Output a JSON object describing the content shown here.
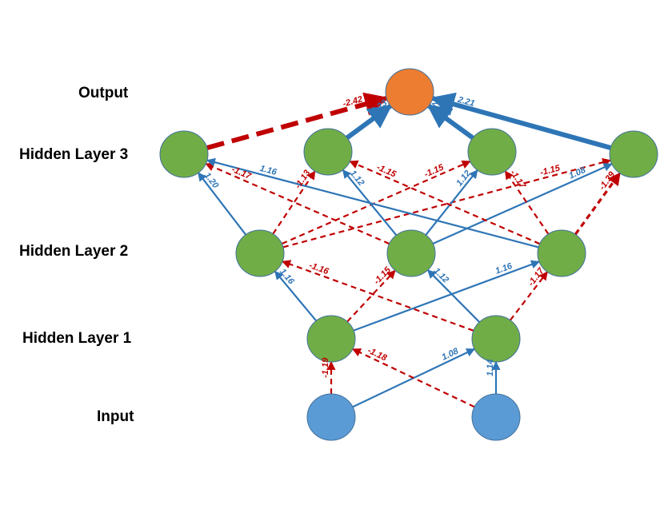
{
  "layer_labels": {
    "output": "Output",
    "hidden3": "Hidden Layer 3",
    "hidden2": "Hidden Layer 2",
    "hidden1": "Hidden Layer 1",
    "input": "Input"
  },
  "colors": {
    "input_node": "#5b9bd5",
    "hidden_node": "#70ad47",
    "output_node": "#ed7d31",
    "positive_edge": "#2e75b6",
    "negative_edge": "#c00000"
  },
  "nodes": {
    "input": [
      "i1",
      "i2"
    ],
    "hidden1": [
      "h1a",
      "h1b"
    ],
    "hidden2": [
      "h2a",
      "h2b",
      "h2c"
    ],
    "hidden3": [
      "h3a",
      "h3b",
      "h3c",
      "h3d"
    ],
    "output": [
      "o"
    ]
  },
  "edges": [
    {
      "from": "i1",
      "to": "h1a",
      "weight": "-1.19"
    },
    {
      "from": "i1",
      "to": "h1b",
      "weight": "1.08"
    },
    {
      "from": "i2",
      "to": "h1a",
      "weight": "-1.18"
    },
    {
      "from": "i2",
      "to": "h1b",
      "weight": "1.14"
    },
    {
      "from": "h1a",
      "to": "h2a",
      "weight": "1.16"
    },
    {
      "from": "h1a",
      "to": "h2b",
      "weight": "-1.15"
    },
    {
      "from": "h1a",
      "to": "h2c",
      "weight": "1.16"
    },
    {
      "from": "h1b",
      "to": "h2a",
      "weight": "-1.16"
    },
    {
      "from": "h1b",
      "to": "h2b",
      "weight": "1.12"
    },
    {
      "from": "h1b",
      "to": "h2c",
      "weight": "-1.17"
    },
    {
      "from": "h2a",
      "to": "h3a",
      "weight": "1.20"
    },
    {
      "from": "h2a",
      "to": "h3b",
      "weight": "-1.13"
    },
    {
      "from": "h2a",
      "to": "h3c",
      "weight": "-1.15"
    },
    {
      "from": "h2a",
      "to": "h3d",
      "weight": "-1.15"
    },
    {
      "from": "h2b",
      "to": "h3a",
      "weight": "-1.17"
    },
    {
      "from": "h2b",
      "to": "h3b",
      "weight": "1.12"
    },
    {
      "from": "h2b",
      "to": "h3c",
      "weight": "1.12"
    },
    {
      "from": "h2b",
      "to": "h3d",
      "weight": "1.08"
    },
    {
      "from": "h2c",
      "to": "h3a",
      "weight": "1.16"
    },
    {
      "from": "h2c",
      "to": "h3b",
      "weight": "-1.15"
    },
    {
      "from": "h2c",
      "to": "h3c",
      "weight": "-1.17"
    },
    {
      "from": "h2c",
      "to": "h3d",
      "weight": "-1.39"
    },
    {
      "from": "h3a",
      "to": "o",
      "weight": "-2.42"
    },
    {
      "from": "h3b",
      "to": "o",
      "weight": "2.23"
    },
    {
      "from": "h3c",
      "to": "o",
      "weight": "2.25"
    },
    {
      "from": "h3d",
      "to": "o",
      "weight": "2.21"
    }
  ]
}
